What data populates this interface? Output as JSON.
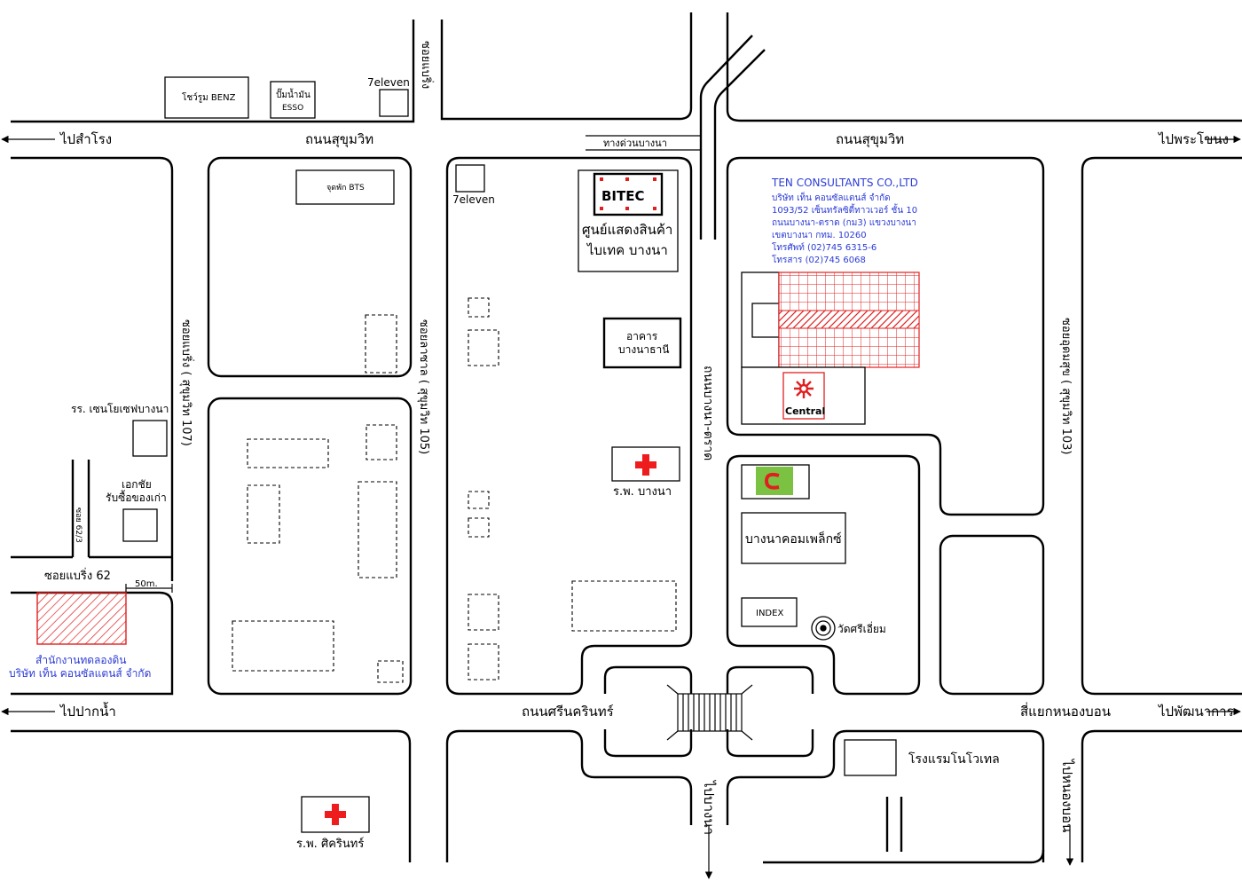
{
  "directions": {
    "west_top": "ไปสำโรง",
    "east_top": "ไปพระโขนง",
    "west_bottom": "ไปปากน้ำ",
    "east_bottom": "ไปพัฒนาการ",
    "south_bangna": "ไปบางนา",
    "south_right": "ไปหนองบอน"
  },
  "roads": {
    "sukhumvit_left": "ถนนสุขุมวิท",
    "sukhumvit_right": "ถนนสุขุมวิท",
    "expressway": "ทางด่วนบางนา",
    "srinakarin": "ถนนศรีนครินทร์",
    "intersection": "สี่แยกหนองบอน",
    "bangna_trat": "ถนนบางนา-ตราด",
    "soi_top": "ซอยแบริ่ง",
    "soi_107": "ซอยแบริ่ง ( สุขุมวิท 107)",
    "soi_105": "ซอยลาซาล ( สุขุมวิท 105)",
    "soi_103": "ซอยอุดมสุข ( สุขุมวิท 103)",
    "soi_62_3": "ซอย 62/3",
    "soi_62": "ซอยแบริ่ง 62",
    "distance": "50m."
  },
  "places": {
    "benz": "โชว์รูม BENZ",
    "esso_1": "ปั๊มน้ำมัน",
    "esso_2": "ESSO",
    "seven_top": "7eleven",
    "bts": "จุดพัก BTS",
    "seven_bitec": "7eleven",
    "bitec_logo": "BITEC",
    "bitec_1": "ศูนย์แสดงสินค้า",
    "bitec_2": "ไบเทค บางนา",
    "bangna_thani_1": "อาคาร",
    "bangna_thani_2": "บางนาธานี",
    "hospital_bangna": "ร.พ. บางนา",
    "hospital_srinakarin": "ร.พ. ศิครินทร์",
    "school": "รร. เซนโยเซฟบางนา",
    "ekachai_1": "เอกชัย",
    "ekachai_2": "รับซื้อของเก่า",
    "central": "Central",
    "bangna_complex": "บางนาคอมเพล็กซ์",
    "index": "INDEX",
    "temple": "วัดศรีเอี่ยม",
    "novotel": "โรงแรมโนโวเทล",
    "office_1": "สำนักงานทดลองดิน",
    "office_2": "บริษัท เท็น คอนซัลแตนส์ จำกัด"
  },
  "company_info": {
    "name_en": "TEN  CONSULTANTS  CO.,LTD",
    "name_th": "บริษัท  เท็น  คอนซัลแตนส์  จำกัด",
    "address_1": "1093/52  เซ็นทรัลซิตี้ทาวเวอร์  ชั้น 10",
    "address_2": "ถนนบางนา-ตราด (กม3)  แขวงบางนา",
    "address_3": "เขตบางนา  กทม.  10260",
    "phone": "โทรศัพท์  (02)745  6315-6",
    "fax": "โทรสาร  (02)745  6068"
  },
  "colors": {
    "lines": "#000000",
    "hatch_red": "#e02020",
    "text_blue": "#2b3bd6",
    "cross_red": "#ee1c1c",
    "lotus_green": "#7cc242"
  }
}
